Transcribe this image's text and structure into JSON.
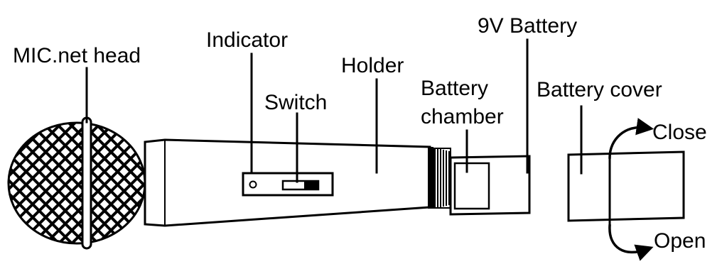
{
  "labels": {
    "mic_head": "MIC.net head",
    "indicator": "Indicator",
    "switch": "Switch",
    "holder": "Holder",
    "battery_chamber_line1": "Battery",
    "battery_chamber_line2": "chamber",
    "battery_9v": "9V Battery",
    "battery_cover": "Battery cover",
    "close": "Close",
    "open": "Open"
  },
  "colors": {
    "ink": "#000000",
    "background": "#ffffff"
  }
}
